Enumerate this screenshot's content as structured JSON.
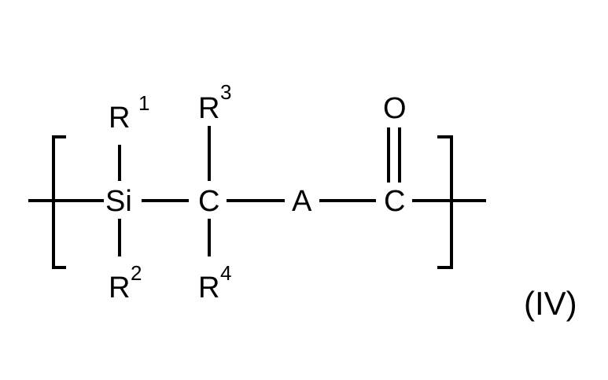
{
  "formula": {
    "atoms": {
      "si": "Si",
      "c1": "C",
      "a": "A",
      "c2": "C",
      "o": "O"
    },
    "substituents": {
      "r1": {
        "symbol": "R",
        "index": "1"
      },
      "r2": {
        "symbol": "R",
        "index": "2"
      },
      "r3": {
        "symbol": "R",
        "index": "3"
      },
      "r4": {
        "symbol": "R",
        "index": "4"
      }
    },
    "label": "(IV)"
  }
}
